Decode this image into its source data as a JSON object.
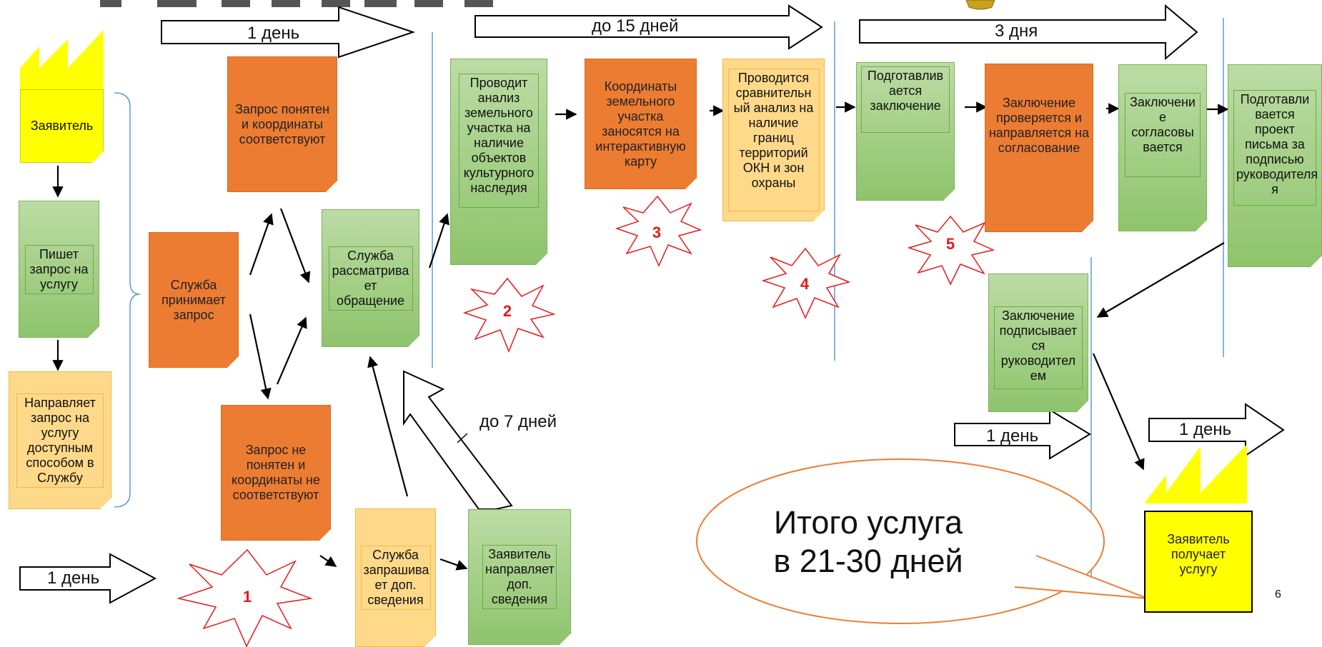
{
  "durations": {
    "d1_top": "1 день",
    "d15": "до 15 дней",
    "d3": "3 дня",
    "d1_bottom_left": "1 день",
    "d7": "до 7 дней",
    "d1_mid_right": "1 день",
    "d1_right": "1 день"
  },
  "nodes": {
    "zayavitel": "Заявитель",
    "pishet": "Пишет запрос на услугу",
    "napravlyaet": "Направляет запрос на услугу доступным способом в Службу",
    "sluzhba_prinimaet": "Служба принимает запрос",
    "zapros_ponyaten": "Запрос понятен и координаты соответствуют",
    "zapros_ne_ponyaten": "Запрос не понятен и координаты не соответствуют",
    "sluzhba_rassmatrivaet": "Служба рассматрива ет обращение",
    "sluzhba_zaprashivaet": "Служба запрашива ет доп. сведения",
    "zayavitel_napravlyaet": "Заявитель направляет доп. сведения",
    "provodit_analiz": "Проводит анализ земельного участка на наличие объектов культурного наследия",
    "koordinaty": "Координаты земельного участка заносятся на интерактивную карту",
    "sravnitelny": "Проводится сравнительн ый анализ на наличие границ территорий ОКН и зон охраны",
    "podgotavlivaetsya": "Подготавлив ается заключение",
    "proveryaetsya": "Заключение проверяется и направляется на согласование",
    "soglasovyvaetsya": "Заключени е согласовы вается",
    "proekt_pisma": "Подготавли вается проект письма за подписью руководителя я",
    "podpisyvaetsya": "Заключение подписывает ся руководител ем",
    "poluchaet": "Заявитель получает услугу"
  },
  "bursts": [
    "1",
    "2",
    "3",
    "4",
    "5"
  ],
  "callout": "Итого услуга в 21-30 дней",
  "page_number": "6",
  "colors": {
    "green": "#8ec46c",
    "orange": "#ec7c32",
    "peach": "#ffd98a",
    "yellow": "#ffff00",
    "burst_red": "#e51b1b",
    "divider_blue": "#5b9bd5",
    "callout_border": "#ed7d31"
  }
}
